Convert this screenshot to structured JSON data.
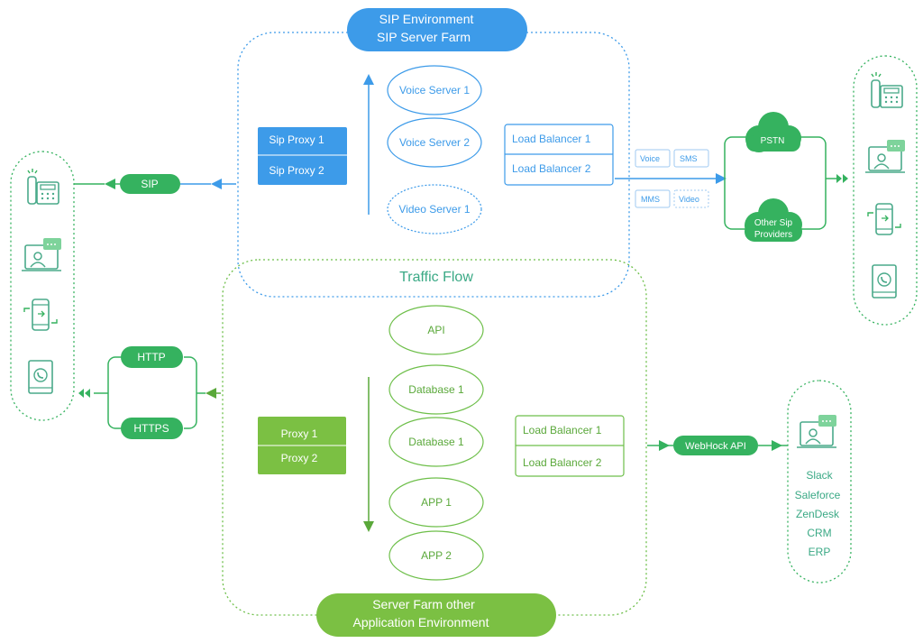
{
  "sip_env": {
    "title_line1": "SIP Environment",
    "title_line2": "SIP Server Farm"
  },
  "sip_proxies": [
    "Sip Proxy 1",
    "Sip Proxy 2"
  ],
  "voice_servers": [
    "Voice Server 1",
    "Voice Server 2",
    "Video Server 1"
  ],
  "sip_load_balancers": [
    "Load Balancer 1",
    "Load Balancer 2"
  ],
  "channels": [
    "Voice",
    "SMS",
    "MMS",
    "Video"
  ],
  "carriers": {
    "pstn": "PSTN",
    "other_line1": "Other Sip",
    "other_line2": "Providers"
  },
  "traffic_flow": "Traffic Flow",
  "app_stack": [
    "API",
    "Database 1",
    "Database 1",
    "APP 1",
    "APP 2"
  ],
  "app_proxies": [
    "Proxy 1",
    "Proxy 2"
  ],
  "app_load_balancers": [
    "Load Balancer 1",
    "Load Balancer 2"
  ],
  "protocols": {
    "sip": "SIP",
    "http": "HTTP",
    "https": "HTTPS",
    "webhook": "WebHock API"
  },
  "integrations": [
    "Slack",
    "Saleforce",
    "ZenDesk",
    "CRM",
    "ERP"
  ],
  "server_farm": {
    "title_line1": "Server Farm other",
    "title_line2": "Application Environment"
  },
  "colors": {
    "blue": "#3d9be9",
    "blue_dark": "#2f8ee3",
    "green": "#6ebf4a",
    "green_dark": "#35b25f",
    "teal": "#3aa985",
    "icon": "#4aaa8a"
  },
  "icons": [
    "desk-phone-icon",
    "video-chat-icon",
    "mobile-sync-icon",
    "tablet-call-icon"
  ]
}
